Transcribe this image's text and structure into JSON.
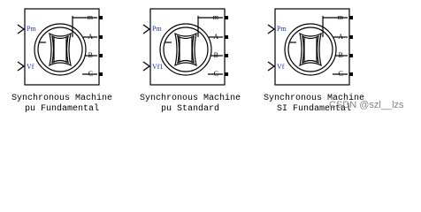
{
  "blocks": [
    {
      "id": "pu-fundamental",
      "inputs": [
        "Pm",
        "Vf"
      ],
      "outputs": [
        "m",
        "A",
        "B",
        "C"
      ],
      "caption": [
        "Synchronous Machine",
        "pu Fundamental"
      ]
    },
    {
      "id": "pu-standard",
      "inputs": [
        "Pm",
        "Vf1"
      ],
      "outputs": [
        "m",
        "A",
        "B",
        "C"
      ],
      "caption": [
        "Synchronous Machine",
        "pu Standard"
      ]
    },
    {
      "id": "si-fundamental",
      "inputs": [
        "Pm",
        "Vf"
      ],
      "outputs": [
        "m",
        "A",
        "B",
        "C"
      ],
      "caption": [
        "Synchronous Machine",
        "SI Fundamental"
      ]
    }
  ],
  "watermark": "CSDN @szl__lzs",
  "colors": {
    "stroke": "#000000",
    "input_label": "#1d2fb5"
  }
}
